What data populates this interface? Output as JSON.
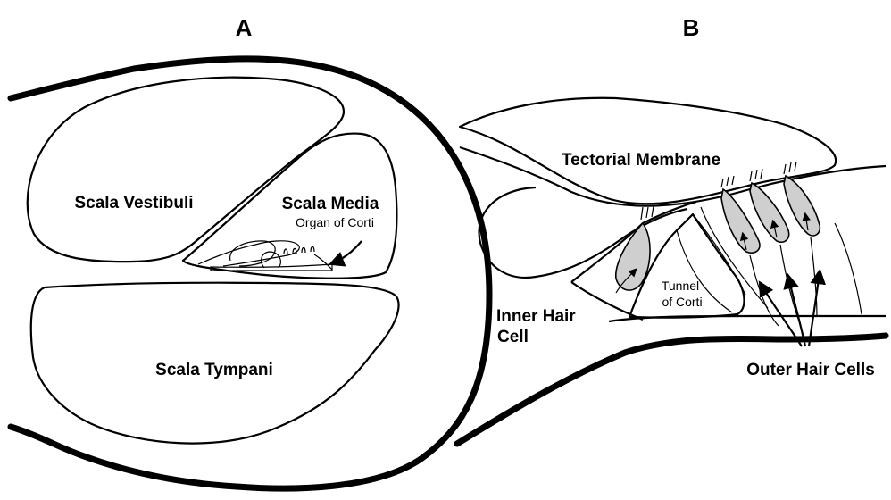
{
  "panels": {
    "a": {
      "letter": "A",
      "scala_vestibuli": "Scala Vestibuli",
      "scala_media": "Scala Media",
      "organ_of_corti": "Organ of Corti",
      "scala_tympani": "Scala Tympani"
    },
    "b": {
      "letter": "B",
      "tectorial_membrane": "Tectorial Membrane",
      "tunnel_line1": "Tunnel",
      "tunnel_line2": "of Corti",
      "inner_hair_line1": "Inner Hair",
      "inner_hair_line2": "Cell",
      "outer_hair_cells": "Outer Hair Cells"
    }
  },
  "colors": {
    "stroke": "#000000",
    "hair_cell_fill": "#cfcfcf",
    "background": "#ffffff"
  }
}
